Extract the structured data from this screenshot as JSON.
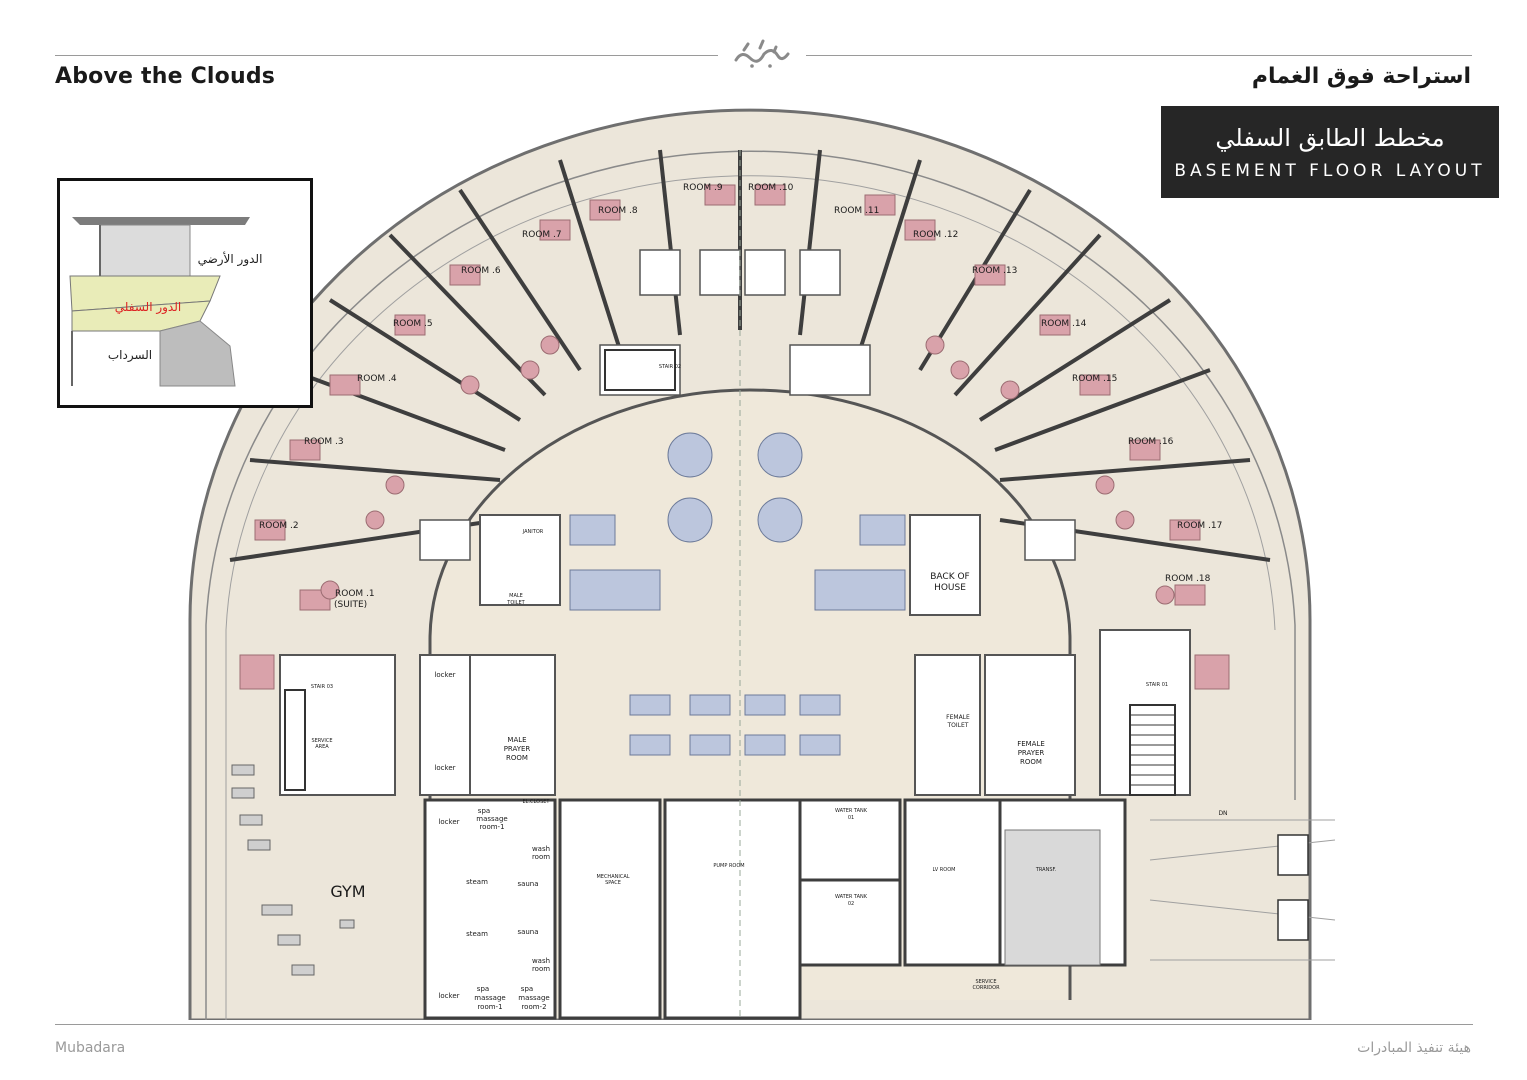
{
  "header": {
    "title_en": "Above the Clouds",
    "title_ar": "استراحة فوق الغمام"
  },
  "badge": {
    "title_ar": "مخطط الطابق السفلي",
    "title_en": "BASEMENT FLOOR LAYOUT"
  },
  "inset": {
    "ground_floor": "الدور الأرضي",
    "lower_floor": "الدور السفلي",
    "basement": "السرداب"
  },
  "rooms": [
    "ROOM .9",
    "ROOM .10",
    "ROOM .8",
    "ROOM .11",
    "ROOM .7",
    "ROOM .12",
    "ROOM .6",
    "ROOM .13",
    "ROOM .5",
    "ROOM .14",
    "ROOM .4",
    "ROOM .15",
    "ROOM .3",
    "ROOM .16",
    "ROOM .2",
    "ROOM .17",
    "ROOM .1",
    "(SUITE)",
    "ROOM .18"
  ],
  "spaces": {
    "gym": "GYM",
    "back_of_house": [
      "BACK OF",
      "HOUSE"
    ],
    "janitor": "JANITOR",
    "male_toilet": [
      "MALE",
      "TOILET"
    ],
    "female_toilet": [
      "FEMALE",
      "TOILET"
    ],
    "male_prayer": [
      "MALE",
      "PRAYER",
      "ROOM"
    ],
    "female_prayer": [
      "FEMALE",
      "PRAYER",
      "ROOM"
    ],
    "stair_03": "STAIR 03",
    "stair_02": "STAIR 02",
    "stair_01": "STAIR 01",
    "service_area": [
      "SERVICE",
      "AREA"
    ],
    "el_closet": "EL.CLOSET",
    "locker": "locker",
    "spa_massage_1": [
      "spa",
      "massage",
      "room-1"
    ],
    "spa_massage_2": [
      "spa",
      "massage",
      "room-2"
    ],
    "wash_room": [
      "wash",
      "room"
    ],
    "steam": "steam",
    "sauna": "sauna",
    "mechanical": [
      "MECHANICAL",
      "SPACE"
    ],
    "pump_room": "PUMP ROOM",
    "water_tank_1": [
      "WATER TANK",
      "01"
    ],
    "water_tank_2": [
      "WATER TANK",
      "02"
    ],
    "lv_room": "LV ROOM",
    "transf": "TRANSF.",
    "service_corridor": [
      "SERVICE",
      "CORRIDOR"
    ],
    "dn": "DN"
  },
  "footer": {
    "left": "Mubadara",
    "right": "هيئة تنفيذ المبادرات"
  }
}
